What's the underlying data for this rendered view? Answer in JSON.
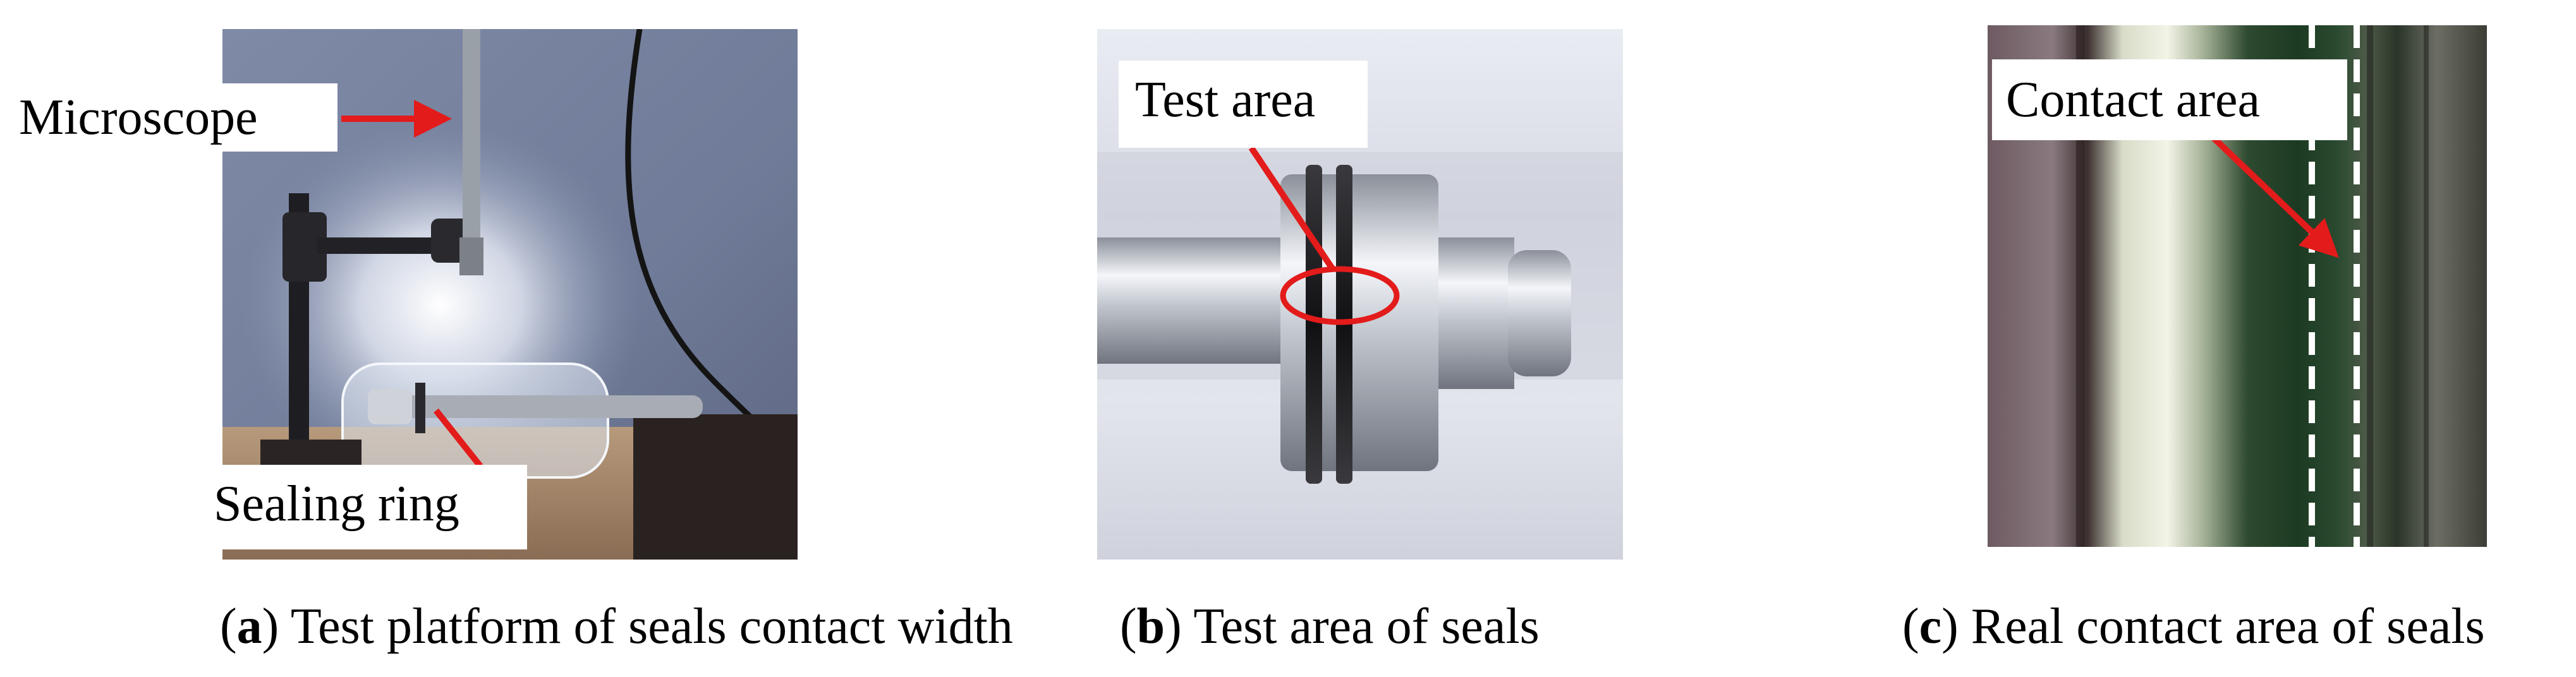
{
  "panels": {
    "a": {
      "labels": {
        "microscope": "Microscope",
        "sealing_ring": "Sealing ring"
      },
      "caption": {
        "open": "(",
        "letter": "a",
        "close": ")",
        "text": " Test platform of seals contact width"
      }
    },
    "b": {
      "labels": {
        "test_area": "Test area"
      },
      "caption": {
        "open": "(",
        "letter": "b",
        "close": ")",
        "text": " Test area of seals"
      }
    },
    "c": {
      "labels": {
        "contact_area": "Contact area"
      },
      "caption": {
        "open": "(",
        "letter": "c",
        "close": ")",
        "text": " Real contact area of seals"
      }
    }
  },
  "colors": {
    "annotation": "#e31b1b",
    "background": "#ffffff"
  }
}
